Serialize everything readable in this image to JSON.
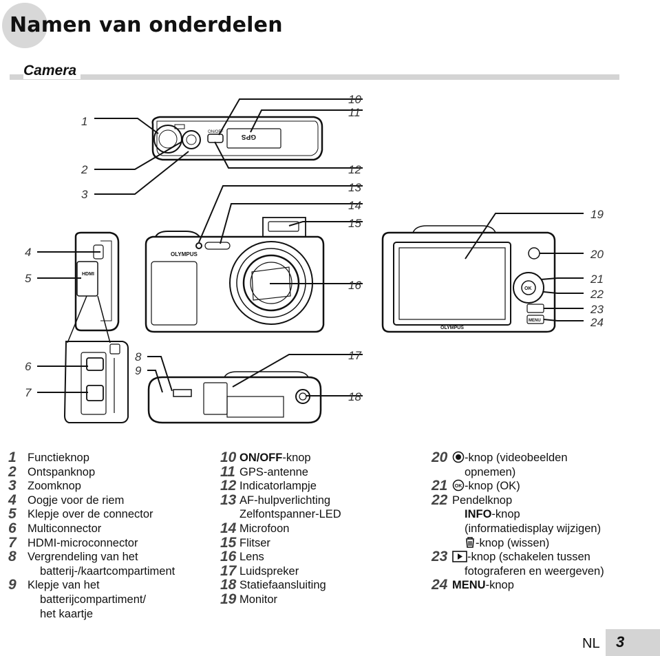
{
  "header": {
    "title": "Namen van onderdelen",
    "subtitle": "Camera"
  },
  "callouts": [
    "1",
    "2",
    "3",
    "4",
    "5",
    "6",
    "7",
    "8",
    "9",
    "10",
    "11",
    "12",
    "13",
    "14",
    "15",
    "16",
    "17",
    "18",
    "19",
    "20",
    "21",
    "22",
    "23",
    "24"
  ],
  "camera_labels": {
    "brand": "OLYMPUS",
    "gps": "GPS",
    "onoff": "ON/OFF",
    "menu": "MENU",
    "hdmi": "HDMI",
    "ok": "OK"
  },
  "legend": {
    "col1": [
      {
        "n": "1",
        "t": "Functieknop"
      },
      {
        "n": "2",
        "t": "Ontspanknop"
      },
      {
        "n": "3",
        "t": "Zoomknop"
      },
      {
        "n": "4",
        "t": "Oogje voor de riem"
      },
      {
        "n": "5",
        "t": "Klepje over de connector"
      },
      {
        "n": "6",
        "t": "Multiconnector"
      },
      {
        "n": "7",
        "t": "HDMI-microconnector"
      },
      {
        "n": "8",
        "t": "Vergrendeling van het",
        "c": "batterij-/kaartcompartiment"
      },
      {
        "n": "9",
        "t": "Klepje van het",
        "c": "batterijcompartiment/",
        "c2": "het kaartje"
      }
    ],
    "col2": [
      {
        "n": "10",
        "b": "ON/OFF",
        "t": "-knop"
      },
      {
        "n": "11",
        "t": "GPS-antenne"
      },
      {
        "n": "12",
        "t": "Indicatorlampje"
      },
      {
        "n": "13",
        "t": "AF-hulpverlichting",
        "c": "Zelfontspanner-LED"
      },
      {
        "n": "14",
        "t": "Microfoon"
      },
      {
        "n": "15",
        "t": "Flitser"
      },
      {
        "n": "16",
        "t": "Lens"
      },
      {
        "n": "17",
        "t": "Luidspreker"
      },
      {
        "n": "18",
        "t": "Statiefaansluiting"
      },
      {
        "n": "19",
        "t": "Monitor"
      }
    ],
    "col3": {
      "i20": {
        "n": "20",
        "t": "-knop (videobeelden",
        "c": "opnemen)"
      },
      "i21": {
        "n": "21",
        "t": "-knop (OK)"
      },
      "i22": {
        "n": "22",
        "t": "Pendelknop",
        "info_b": "INFO",
        "info_t": "-knop",
        "info_c": "(informatiedisplay wijzigen)",
        "trash_t": "-knop (wissen)"
      },
      "i23": {
        "n": "23",
        "t": "-knop (schakelen tussen",
        "c": "fotograferen en weergeven)"
      },
      "i24": {
        "n": "24",
        "b": "MENU",
        "t": "-knop"
      }
    }
  },
  "footer": {
    "lang": "NL",
    "page": "3"
  }
}
